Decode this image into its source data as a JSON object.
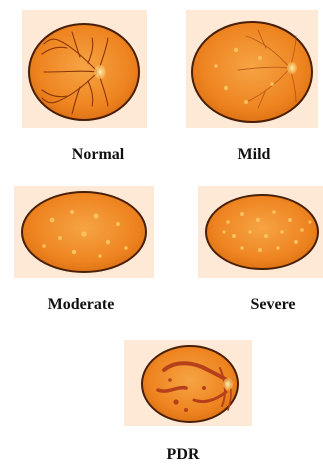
{
  "colors": {
    "tile_background": "#fde9d6",
    "fundus_fill": "#ef8a22",
    "fundus_edge": "#4a1f08",
    "vessel": "#8c3608",
    "lesion_spot": "#f7c25e",
    "optic_disc": "#fbd683",
    "hemorrhage": "#b5401a"
  },
  "panels": [
    {
      "id": "normal",
      "label": "Normal"
    },
    {
      "id": "mild",
      "label": "Mild"
    },
    {
      "id": "moderate",
      "label": "Moderate"
    },
    {
      "id": "severe",
      "label": "Severe"
    },
    {
      "id": "pdr",
      "label": "PDR"
    }
  ]
}
